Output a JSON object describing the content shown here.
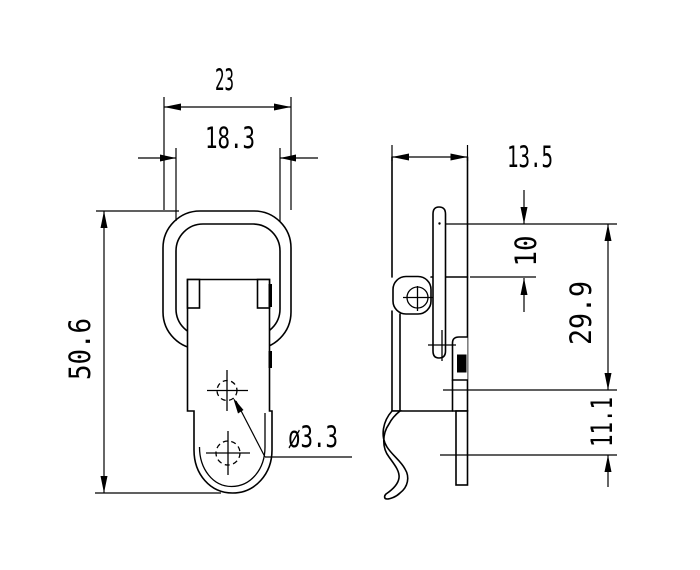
{
  "drawing": {
    "type": "technical-drawing",
    "subject": "spring draw latch, two orthographic views",
    "background": "#ffffff",
    "line_color": "#000000",
    "views": {
      "front": {
        "dimensions": {
          "outer_width": "23",
          "inner_width": "18.3",
          "height": "50.6",
          "hole_diameter": "ø3.3"
        }
      },
      "side": {
        "dimensions": {
          "depth": "13.5",
          "loop_offset": "10",
          "body_height": "29.9",
          "hook_height": "11.1"
        }
      }
    }
  }
}
